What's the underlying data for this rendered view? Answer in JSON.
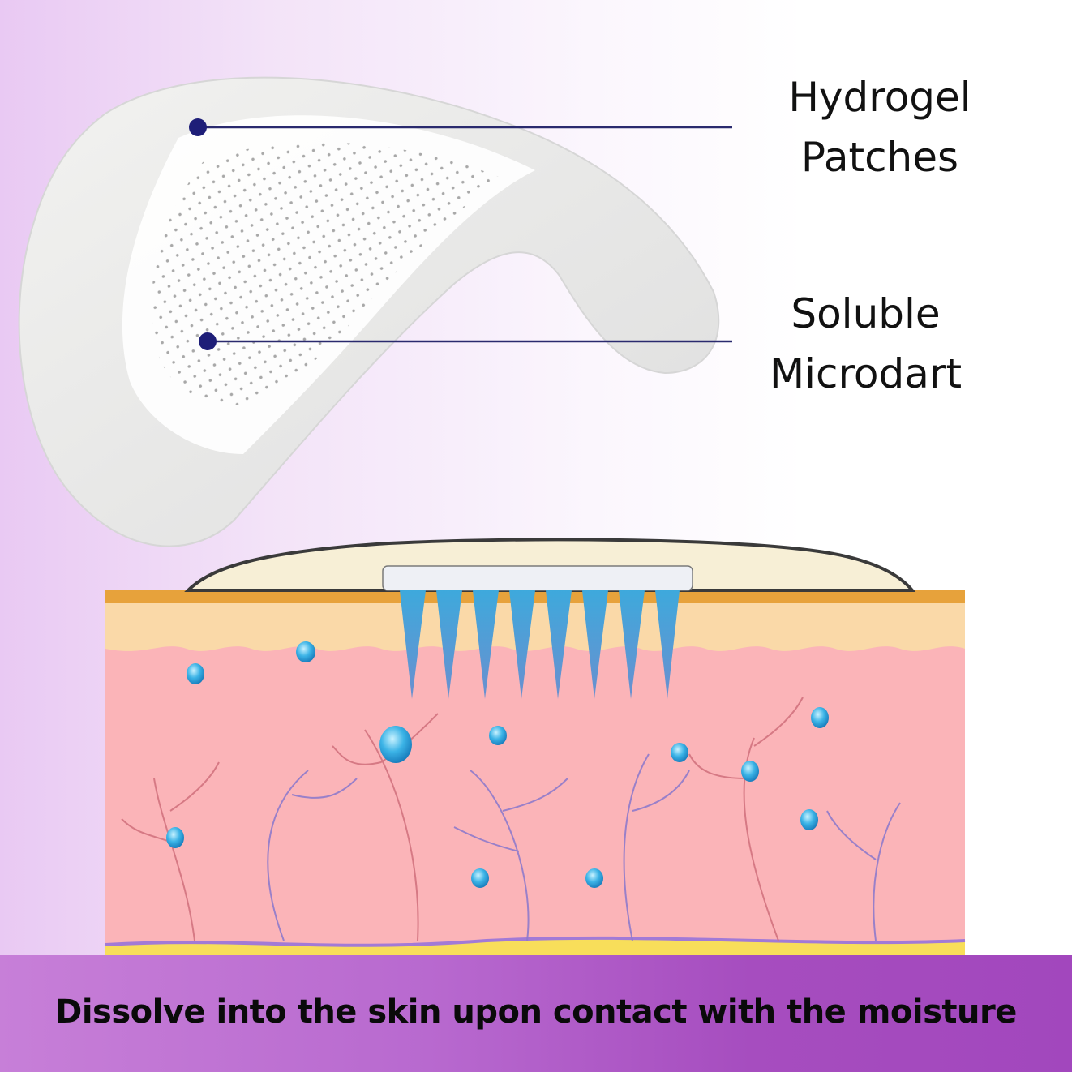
{
  "labels": {
    "hydrogel": {
      "line1": "Hydrogel",
      "line2": "Patches"
    },
    "microdart": {
      "line1": "Soluble",
      "line2": "Microdart"
    }
  },
  "caption": "Dissolve into the skin upon contact with the moisture",
  "colors": {
    "background_left": "#e9c9f3",
    "band": "#a64dbf",
    "leader_line": "#2a2a6e",
    "epidermis": "#fad9a8",
    "dermis": "#fbb4b8",
    "fat_layer": "#f8de5a",
    "microneedle": "#3ea9dc",
    "molecule": "#3bb3e6"
  }
}
